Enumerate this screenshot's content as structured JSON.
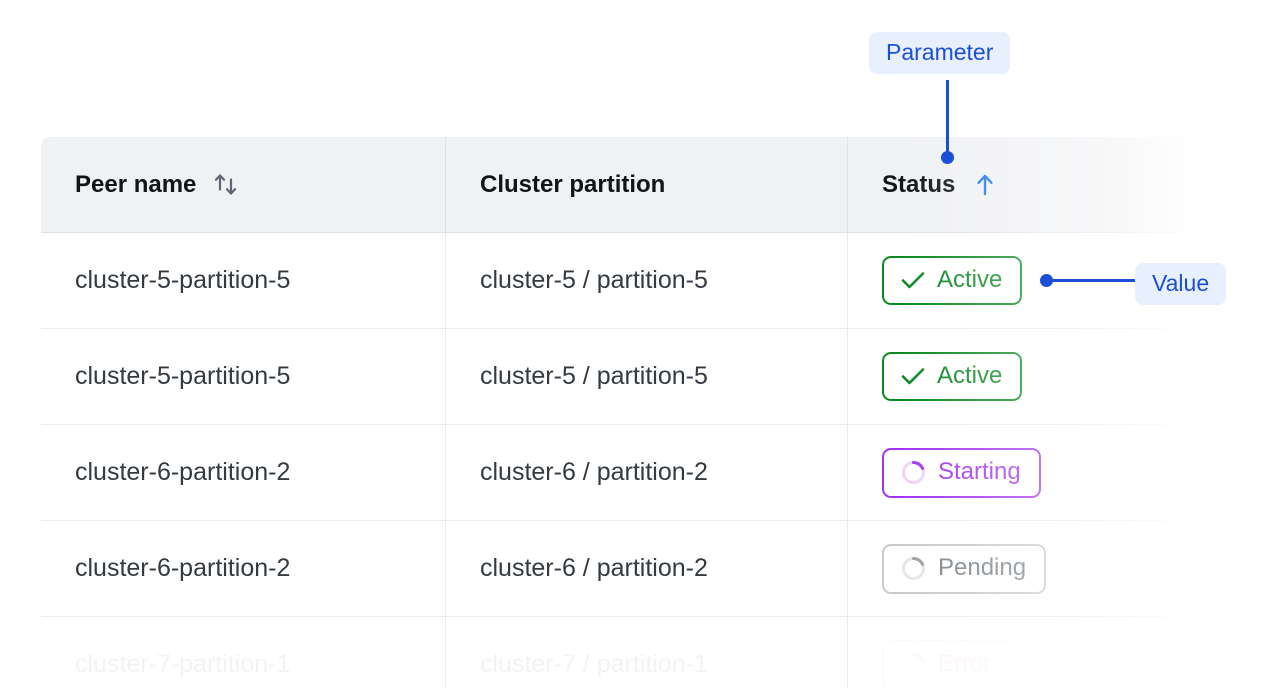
{
  "annotations": [
    {
      "id": "parameter",
      "label": "Parameter",
      "color": "#1a4fd6",
      "bg": "#e8f0fe",
      "target": "status-column-header"
    },
    {
      "id": "value",
      "label": "Value",
      "color": "#1a4fd6",
      "bg": "#e8f0fe",
      "target": "status-badge-row-1"
    }
  ],
  "table": {
    "columns": [
      {
        "key": "peer_name",
        "label": "Peer name",
        "sort_icon": "sort-updown-icon",
        "sort_state": "none"
      },
      {
        "key": "cluster_partition",
        "label": "Cluster partition",
        "sort_icon": null,
        "sort_state": "none"
      },
      {
        "key": "status",
        "label": "Status",
        "sort_icon": "arrow-up-icon",
        "sort_state": "ascending"
      }
    ],
    "rows": [
      {
        "peer_name": "cluster-5-partition-5",
        "cluster_partition": "cluster-5 / partition-5",
        "status": {
          "label": "Active",
          "variant": "active",
          "icon": "check-icon",
          "color": "#0a8a22"
        },
        "muted": false,
        "fading": false
      },
      {
        "peer_name": "cluster-5-partition-5",
        "cluster_partition": "cluster-5 / partition-5",
        "status": {
          "label": "Active",
          "variant": "active",
          "icon": "check-icon",
          "color": "#0a8a22"
        },
        "muted": false,
        "fading": false
      },
      {
        "peer_name": "cluster-6-partition-2",
        "cluster_partition": "cluster-6 / partition-2",
        "status": {
          "label": "Starting",
          "variant": "starting",
          "icon": "spinner-icon",
          "color": "#a335f0"
        },
        "muted": false,
        "fading": false
      },
      {
        "peer_name": "cluster-6-partition-2",
        "cluster_partition": "cluster-6 / partition-2",
        "status": {
          "label": "Pending",
          "variant": "pending",
          "icon": "spinner-icon",
          "color": "#80868b"
        },
        "muted": true,
        "fading": false
      },
      {
        "peer_name": "cluster-7-partition-1",
        "cluster_partition": "cluster-7 / partition-1",
        "status": {
          "label": "Error",
          "variant": "error",
          "icon": "spinner-icon",
          "color": "#e06565"
        },
        "muted": true,
        "fading": true
      }
    ]
  },
  "theme": {
    "header_bg": "#f0f1f3",
    "border": "#dfe1e5",
    "row_border": "#e8eaed",
    "text": "#343a42",
    "header_text": "#111418",
    "muted_text": "#9aa0a6",
    "accent_blue": "#1a4fd6"
  }
}
